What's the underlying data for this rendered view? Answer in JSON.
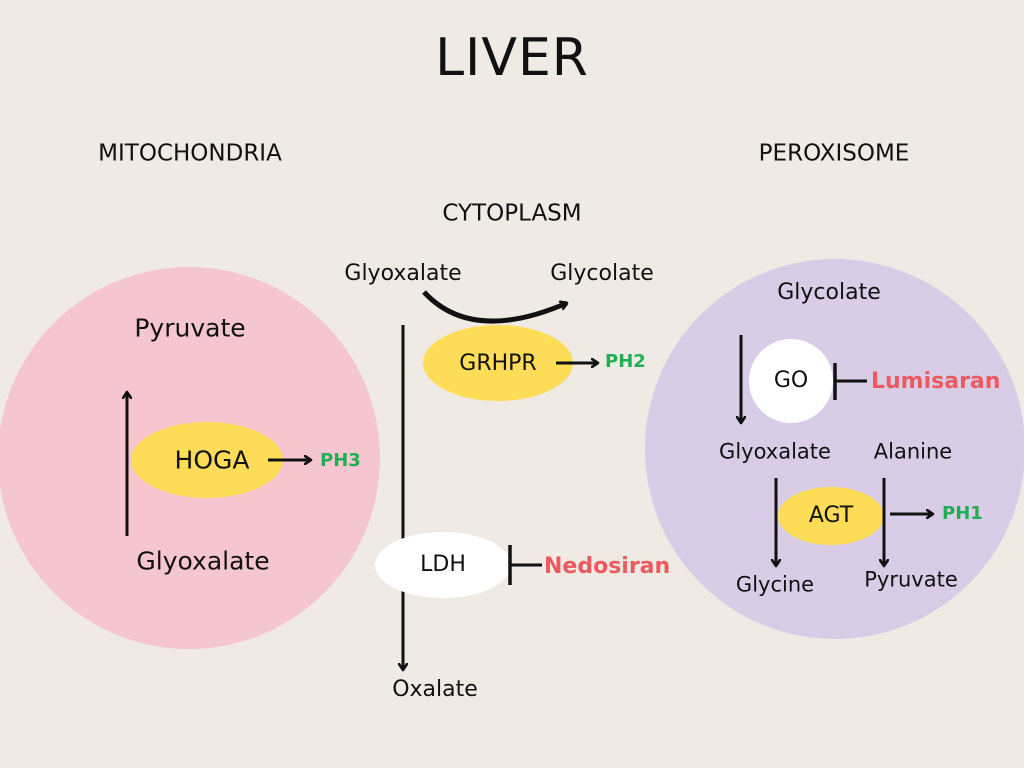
{
  "title": "LIVER",
  "compartments": {
    "mitochondria": "MITOCHONDRIA",
    "cytoplasm": "CYTOPLASM",
    "peroxisome": "PEROXISOME"
  },
  "mitochondria": {
    "top_metabolite": "Pyruvate",
    "enzyme": "HOGA",
    "disease": "PH3",
    "bottom_metabolite": "Glyoxalate"
  },
  "cytoplasm": {
    "substrate": "Glyoxalate",
    "product": "Glycolate",
    "enzyme_top": "GRHPR",
    "disease_top": "PH2",
    "enzyme_ldh": "LDH",
    "drug_ldh": "Nedosiran",
    "end_product": "Oxalate"
  },
  "peroxisome": {
    "start": "Glycolate",
    "enzyme_go": "GO",
    "drug_go": "Lumisaran",
    "glyoxalate": "Glyoxalate",
    "alanine": "Alanine",
    "enzyme_agt": "AGT",
    "disease": "PH1",
    "glycine": "Glycine",
    "pyruvate": "Pyruvate"
  },
  "colors": {
    "background": "#efeae3",
    "mitochondria_fill": "#f5c6cf",
    "peroxisome_fill": "#d9cce6",
    "enzyme_fill": "#fddc57",
    "inhibited_enzyme_fill": "#ffffff",
    "disease_text": "#1fae55",
    "drug_text": "#ec5a5f"
  }
}
